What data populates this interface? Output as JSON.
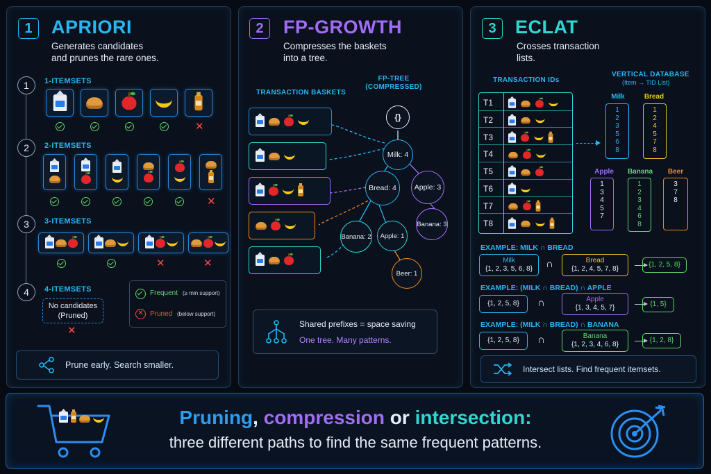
{
  "apriori": {
    "number": "1",
    "title": "APRIORI",
    "description": "Generates candidates\nand prunes the rare ones.",
    "levels": [
      {
        "step": "1",
        "label": "1-ITEMSETS"
      },
      {
        "step": "2",
        "label": "2-ITEMSETS"
      },
      {
        "step": "3",
        "label": "3-ITEMSETS"
      },
      {
        "step": "4",
        "label": "4-ITEMSETS"
      }
    ],
    "no_candidates": "No candidates\n(Pruned)",
    "legend": {
      "frequent": "Frequent",
      "frequent_note": "(≥ min support)",
      "pruned": "Pruned",
      "pruned_note": "(below support)"
    },
    "footer": "Prune early. Search smaller."
  },
  "fpgrowth": {
    "number": "2",
    "title": "FP-GROWTH",
    "description": "Compresses the baskets\ninto a tree.",
    "baskets_label": "TRANSACTION BASKETS",
    "tree_label": "FP-TREE\n(COMPRESSED)",
    "nodes": {
      "root": "{}",
      "milk": "Milk: 4",
      "bread": "Bread: 4",
      "apple_top": "Apple: 3",
      "banana_mid": "Banana: 3",
      "banana_low": "Banana: 2",
      "apple_low": "Apple: 1",
      "beer": "Beer: 1"
    },
    "footer_line1": "Shared prefixes = space saving",
    "footer_line2": "One tree. Many patterns."
  },
  "eclat": {
    "number": "3",
    "title": "ECLAT",
    "description": "Crosses transaction\nlists.",
    "tid_label": "TRANSACTION IDs",
    "vertical_label": "VERTICAL DATABASE",
    "vertical_sub": "(Item → TID List)",
    "tids": [
      "T1",
      "T2",
      "T3",
      "T4",
      "T5",
      "T6",
      "T7",
      "T8"
    ],
    "columns": {
      "milk": {
        "name": "Milk",
        "list": "1\n2\n3\n5\n6\n8"
      },
      "bread": {
        "name": "Bread",
        "list": "1\n2\n4\n5\n7\n8"
      },
      "apple": {
        "name": "Apple",
        "list": "1\n3\n4\n5\n7"
      },
      "banana": {
        "name": "Banana",
        "list": "1\n2\n3\n4\n6\n8"
      },
      "beer": {
        "name": "Beer",
        "list": "3\n7\n8"
      }
    },
    "examples": {
      "ex1_label": "EXAMPLE: MILK ∩ BREAD",
      "ex1_a_name": "Milk",
      "ex1_a": "{1, 2, 3, 5, 6, 8}",
      "ex1_b_name": "Bread",
      "ex1_b": "{1, 2, 4, 5, 7, 8}",
      "ex1_r": "{1, 2, 5, 8}",
      "ex2_label": "EXAMPLE: (MILK ∩ BREAD) ∩ APPLE",
      "ex2_a": "{1, 2, 5, 8}",
      "ex2_b_name": "Apple",
      "ex2_b": "{1, 3, 4, 5, 7}",
      "ex2_r": "{1, 5}",
      "ex3_label": "EXAMPLE: (MILK ∩ BREAD) ∩ BANANA",
      "ex3_a": "{1, 2, 5, 8}",
      "ex3_b_name": "Banana",
      "ex3_b": "{1, 2, 3, 4, 6, 8}",
      "ex3_r": "{1, 2, 8}",
      "cap": "∩"
    },
    "footer": "Intersect lists. Find frequent itemsets."
  },
  "banner": {
    "word1": "Pruning",
    "sep1": ", ",
    "word2": "compression",
    "sep2": " or ",
    "word3": "intersection:",
    "line2": "three different paths to find the same frequent patterns."
  },
  "colors": {
    "cyan": "#27b6f0",
    "purple": "#a36cf7",
    "teal": "#2fd6d2",
    "green": "#5fd86a",
    "red": "#ff4a43",
    "orange": "#f28a1e",
    "yellow": "#e8c521"
  }
}
